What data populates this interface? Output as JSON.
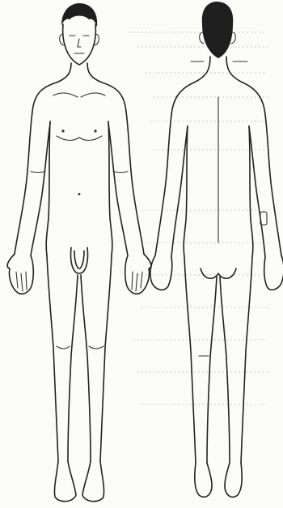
{
  "figure": {
    "kind": "body-chart",
    "views": [
      "front-view",
      "back-view"
    ],
    "line_color": "#222222",
    "background_color": "#fbfbf8"
  }
}
